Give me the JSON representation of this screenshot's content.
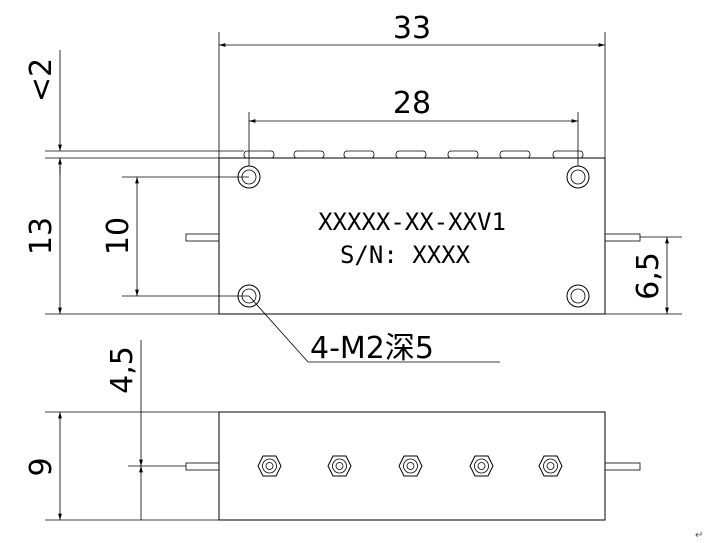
{
  "dimensions": {
    "overall_width": "33",
    "hole_spacing": "28",
    "height": "13",
    "hole_vertical": "10",
    "top_offset": "<2",
    "connector_offset": "6,5",
    "bottom_height": "9",
    "bottom_offset": "4,5"
  },
  "label": {
    "model": "XXXXX-XX-XXV1",
    "serial": "S/N: XXXX"
  },
  "callout": {
    "holes": "4-M2深5"
  },
  "paragraph_mark": "↵"
}
